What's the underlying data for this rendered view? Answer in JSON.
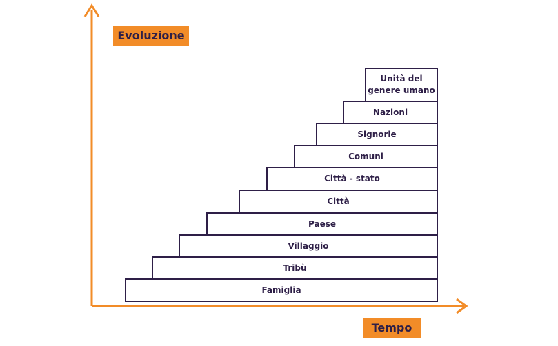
{
  "axes": {
    "y_label": "Evoluzione",
    "x_label": "Tempo"
  },
  "colors": {
    "axis": "#f28c28",
    "label_background": "#f28c28",
    "step_border": "#2e1f47",
    "text": "#2e1f47"
  },
  "steps": [
    "Famiglia",
    "Tribù",
    "Villaggio",
    "Paese",
    "Città",
    "Città - stato",
    "Comuni",
    "Signorie",
    "Nazioni",
    "Unità del genere umano"
  ]
}
